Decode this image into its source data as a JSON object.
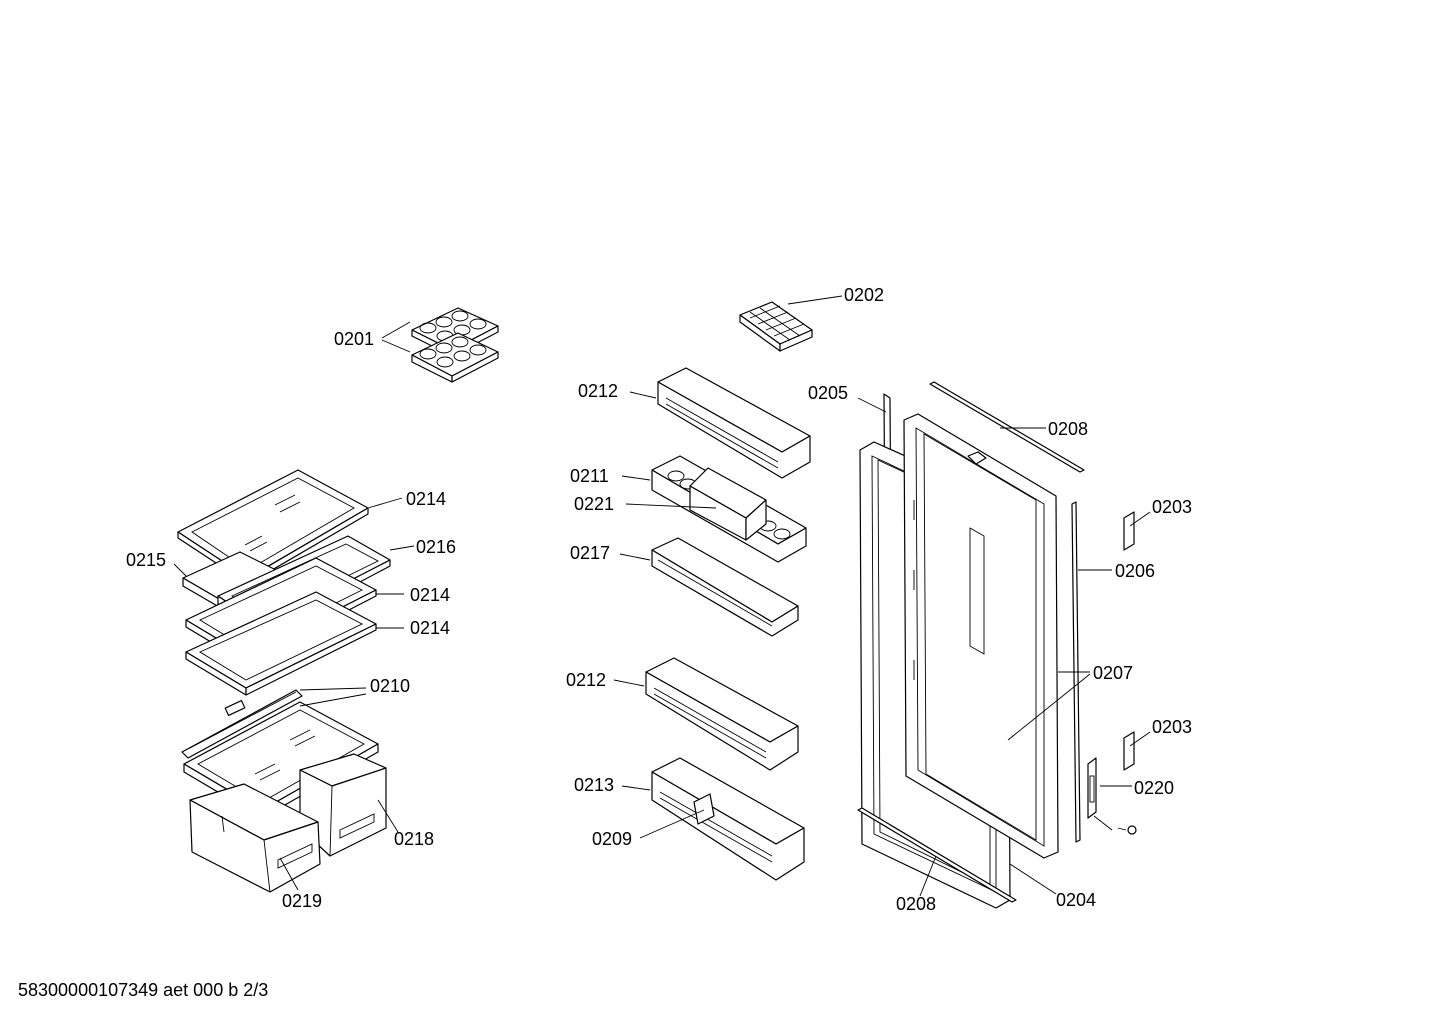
{
  "footer": "58300000107349 aet 000 b 2/3",
  "labels": {
    "l0201": "0201",
    "l0202": "0202",
    "l0212a": "0212",
    "l0205": "0205",
    "l0208a": "0208",
    "l0211": "0211",
    "l0221": "0221",
    "l0203a": "0203",
    "l0214a": "0214",
    "l0216": "0216",
    "l0215": "0215",
    "l0217": "0217",
    "l0206": "0206",
    "l0214b": "0214",
    "l0214c": "0214",
    "l0212b": "0212",
    "l0207": "0207",
    "l0210": "0210",
    "l0203b": "0203",
    "l0220": "0220",
    "l0213": "0213",
    "l0218": "0218",
    "l0209": "0209",
    "l0219": "0219",
    "l0204": "0204",
    "l0208b": "0208"
  }
}
